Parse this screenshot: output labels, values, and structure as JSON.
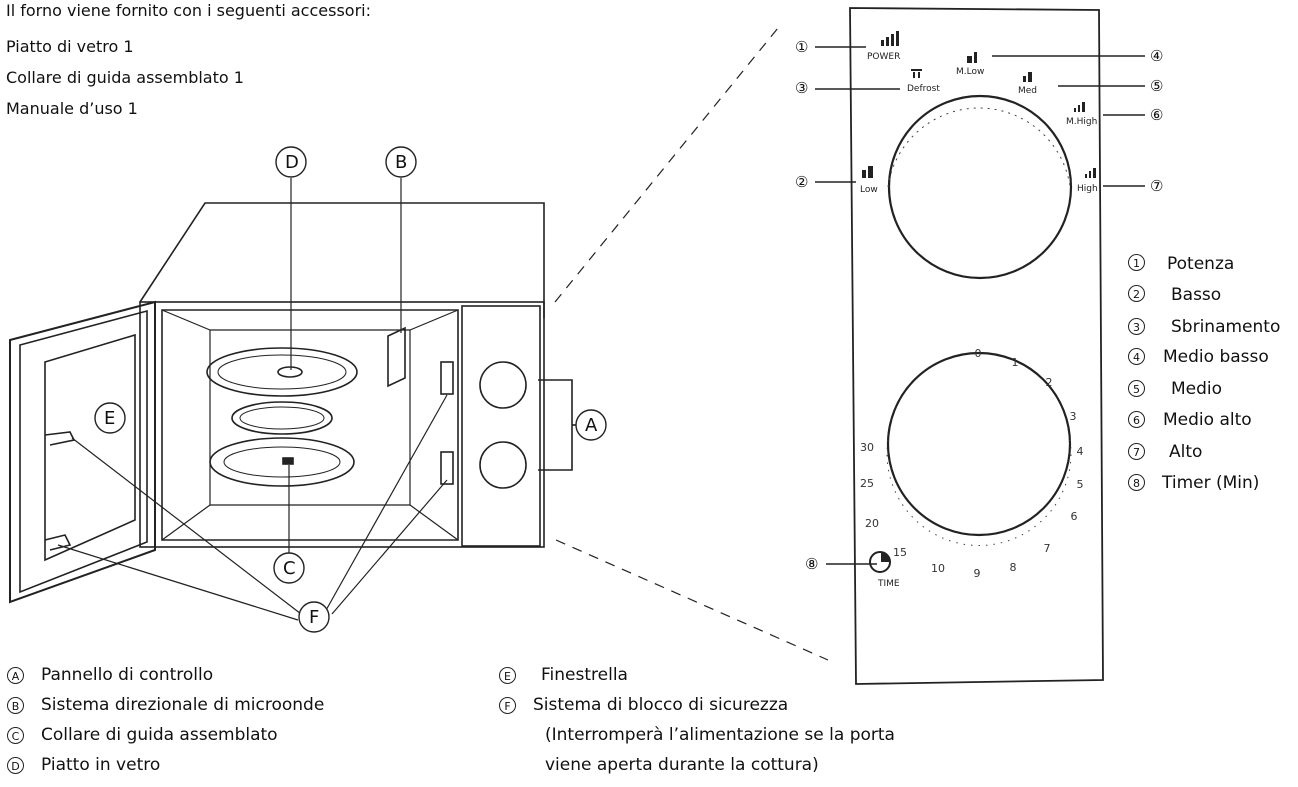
{
  "intro": {
    "heading": "Il forno viene fornito con i seguenti accessori:",
    "items": [
      "Piatto di vetro  1",
      "Collare di guida assemblato  1",
      "Manuale d’uso  1"
    ]
  },
  "oven_callouts": [
    "A",
    "B",
    "C",
    "D",
    "E",
    "F"
  ],
  "panel": {
    "power_label": "POWER",
    "power_settings": [
      "Low",
      "Defrost",
      "M.Low",
      "Med",
      "M.High",
      "High"
    ],
    "timer_ticks": [
      "0",
      "1",
      "2",
      "3",
      "4",
      "5",
      "6",
      "7",
      "8",
      "9",
      "10",
      "15",
      "20",
      "25",
      "30"
    ],
    "time_label": "TIME",
    "callout_numbers": [
      "①",
      "②",
      "③",
      "④",
      "⑤",
      "⑥",
      "⑦",
      "⑧"
    ]
  },
  "panel_legend": [
    {
      "num": "1",
      "label": "Potenza"
    },
    {
      "num": "2",
      "label": "Basso"
    },
    {
      "num": "3",
      "label": "Sbrinamento"
    },
    {
      "num": "4",
      "label": "Medio basso"
    },
    {
      "num": "5",
      "label": "Medio"
    },
    {
      "num": "6",
      "label": "Medio alto"
    },
    {
      "num": "7",
      "label": "Alto"
    },
    {
      "num": "8",
      "label": "Timer (Min)"
    }
  ],
  "parts_legend": [
    {
      "letter": "A",
      "label": "Pannello di controllo"
    },
    {
      "letter": "B",
      "label": "Sistema direzionale di microonde"
    },
    {
      "letter": "C",
      "label": "Collare di guida assemblato"
    },
    {
      "letter": "D",
      "label": "Piatto in vetro"
    },
    {
      "letter": "E",
      "label": "Finestrella"
    },
    {
      "letter": "F",
      "label": "Sistema di blocco di sicurezza"
    }
  ],
  "parts_note": [
    "(Interromperà l’alimentazione se la porta",
    "viene aperta durante la cottura)"
  ]
}
